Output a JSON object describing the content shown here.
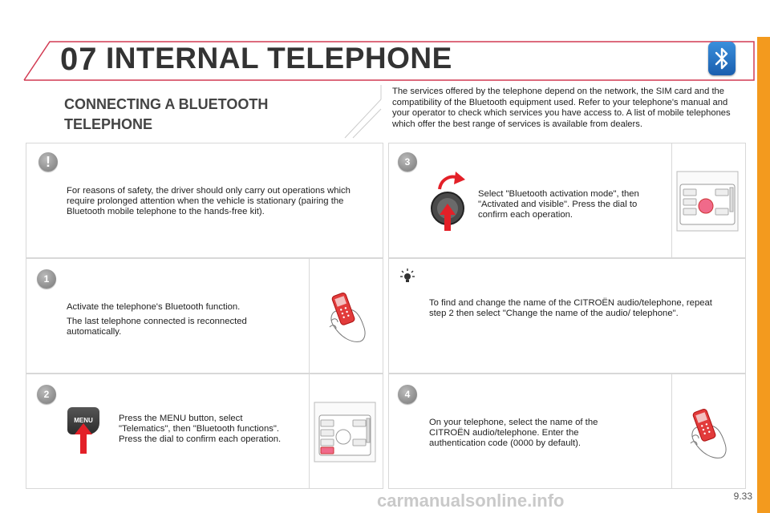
{
  "header": {
    "chapter": "07",
    "title": "INTERNAL TELEPHONE"
  },
  "section": {
    "title_line1": "CONNECTING A BLUETOOTH",
    "title_line2": "TELEPHONE"
  },
  "intro": "The services offered by the telephone depend on the network, the SIM card and the compatibility of the Bluetooth equipment used. Refer to your telephone's manual and your operator to check which services you have access to. A list of mobile telephones which offer the best range of services is available from dealers.",
  "warning": {
    "icon": "!",
    "text": "For reasons of safety, the driver should only carry out operations which require prolonged attention when the vehicle is stationary (pairing the Bluetooth mobile telephone to the hands-free kit)."
  },
  "steps": [
    {
      "number": "1",
      "text_a": "Activate the telephone's Bluetooth function.",
      "text_b": "The last telephone connected is reconnected automatically."
    },
    {
      "number": "2",
      "button_label": "MENU",
      "text": "Press the MENU button, select \"Telematics\", then \"Bluetooth functions\". Press the dial to confirm each operation."
    },
    {
      "number": "3",
      "text": "Select \"Bluetooth activation mode\", then \"Activated and visible\". Press the dial to confirm each operation."
    },
    {
      "number": "4",
      "text": "On your telephone, select the name of the CITROËN audio/telephone. Enter the authentication code (0000 by default)."
    }
  ],
  "tip": {
    "text": "To find and change the name of the CITROËN audio/telephone, repeat step 2 then select \"Change the name of the audio/ telephone\"."
  },
  "footer": {
    "page": "9.33",
    "watermark": "carmanualsonline.info"
  },
  "colors": {
    "accent": "#d23a52",
    "orange": "#f39a1e",
    "bluetooth": "#2a77c8",
    "arrow_red": "#e32028"
  }
}
